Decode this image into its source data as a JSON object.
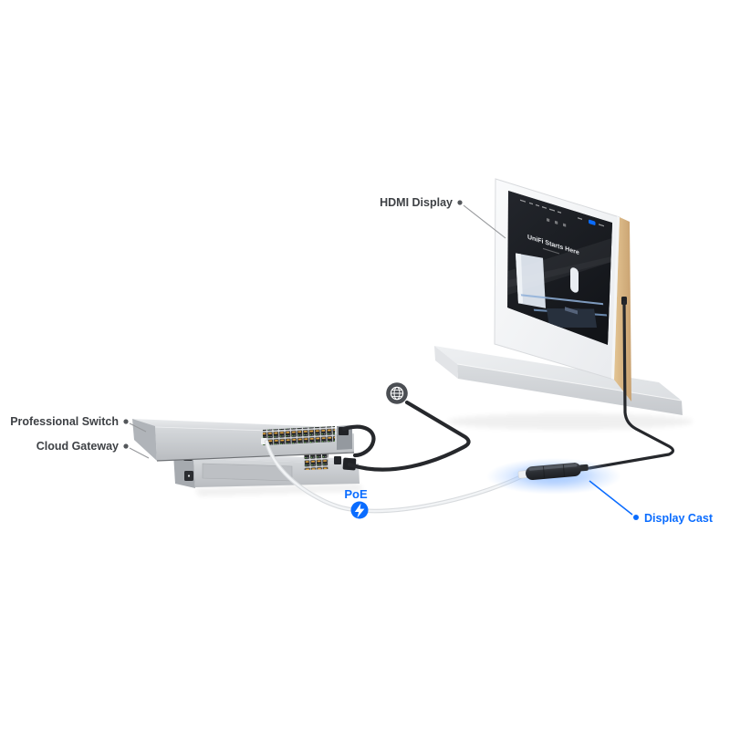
{
  "labels": {
    "hdmi_display": "HDMI Display",
    "professional_switch": "Professional Switch",
    "cloud_gateway": "Cloud Gateway",
    "poe": "PoE",
    "display_cast": "Display Cast"
  },
  "screen": {
    "headline": "UniFi Starts Here"
  },
  "icons": {
    "internet": "globe-icon",
    "poe_power": "lightning-bolt-icon"
  },
  "colors": {
    "accent_blue": "#0a6cff",
    "label_gray": "#3e4145",
    "cable_black": "#26282c",
    "glow_blue": "#7db0ff",
    "wood_edge": "#d9b886",
    "device_silver": "#c9ccd0",
    "shelf_concrete": "#e5e7ea",
    "screen_dark": "#17191d"
  }
}
